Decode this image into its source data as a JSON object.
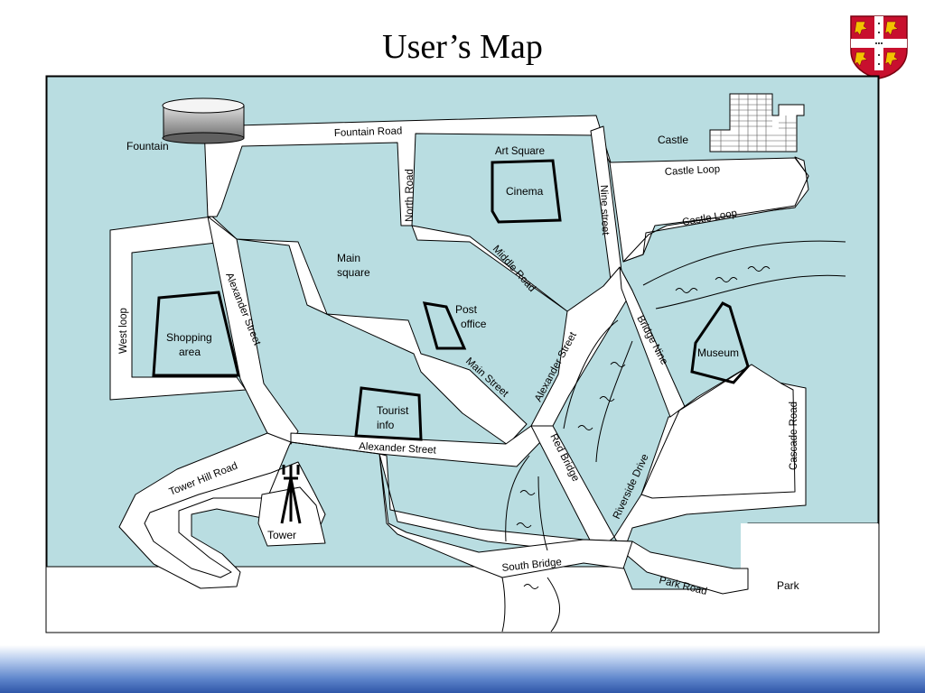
{
  "title": "User’s Map",
  "colors": {
    "water": "#b9dde1",
    "road": "#ffffff",
    "outline": "#000000",
    "footer_top": "#b9cdee",
    "footer_bottom": "#2f56a8",
    "crest_red": "#c8102e",
    "crest_gold": "#f2c200"
  },
  "map": {
    "roads": {
      "fountain_road": "Fountain Road",
      "north_road": "North Road",
      "art_square": "Art Square",
      "nine_street": "Nine street",
      "castle_loop_1": "Castle Loop",
      "castle_loop_2": "Castle Loop",
      "middle_road": "Middle Road",
      "west_loop": "West loop",
      "alexander_street_1": "Alexander Street",
      "alexander_street_2": "Alexander Street",
      "alexander_street_3": "Alexander Street",
      "main_street": "Main Street",
      "bridge_nine": "Bridge Nine",
      "red_bridge": "Red Bridge",
      "riverside_drive": "Riverside Drive",
      "cascade_road": "Cascade Road",
      "tower_hill_road": "Tower Hill Road",
      "south_bridge": "South Bridge",
      "park_road": "Park Road"
    },
    "places": {
      "fountain": "Fountain",
      "castle": "Castle",
      "cinema": "Cinema",
      "main_square_1": "Main",
      "main_square_2": "square",
      "post_office_1": "Post",
      "post_office_2": "office",
      "shopping_area_1": "Shopping",
      "shopping_area_2": "area",
      "tourist_info_1": "Tourist",
      "tourist_info_2": "info",
      "museum": "Museum",
      "tower": "Tower",
      "park": "Park"
    }
  }
}
